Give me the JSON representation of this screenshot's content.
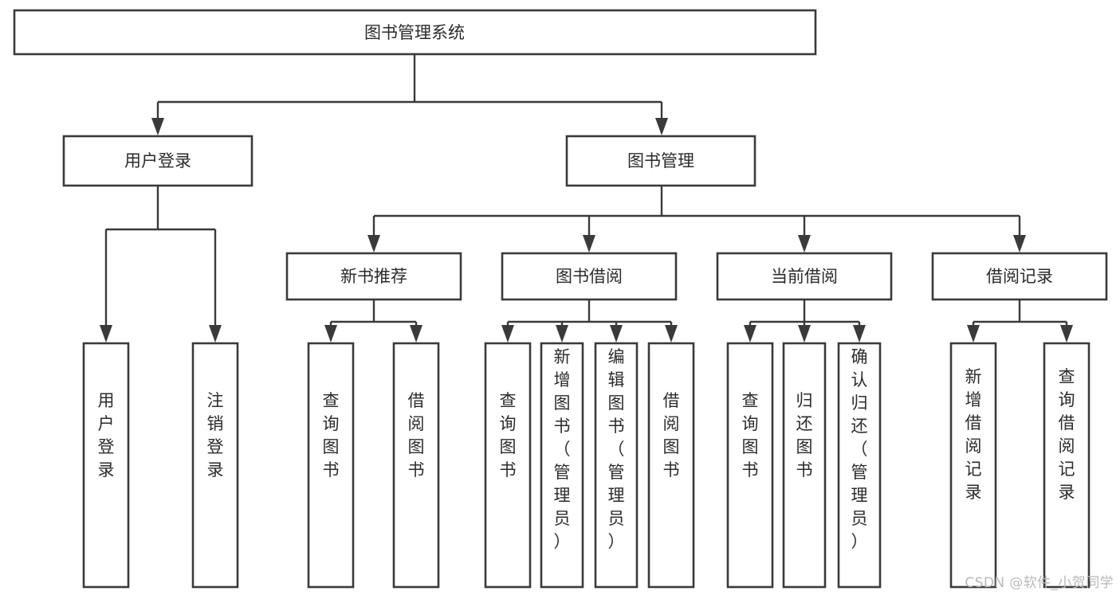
{
  "diagram": {
    "title": "图书管理系统",
    "type": "hierarchical-tree",
    "watermark": "CSDN @软件_小贺同学",
    "colors": {
      "stroke": "#3a3a3a",
      "fill": "#ffffff",
      "text": "#2b2b2b",
      "watermark": "#b9b9b9"
    },
    "root": {
      "label": "图书管理系统"
    },
    "level2": [
      {
        "label": "用户登录"
      },
      {
        "label": "图书管理"
      }
    ],
    "level3": [
      {
        "label": "新书推荐"
      },
      {
        "label": "图书借阅"
      },
      {
        "label": "当前借阅"
      },
      {
        "label": "借阅记录"
      }
    ],
    "leaves": {
      "user_login": [
        {
          "label": "用户登录"
        },
        {
          "label": "注销登录"
        }
      ],
      "new_book_recommend": [
        {
          "label": "查询图书"
        },
        {
          "label": "借阅图书"
        }
      ],
      "book_borrow": [
        {
          "label": "查询图书"
        },
        {
          "label": "新增图书（管理员）"
        },
        {
          "label": "编辑图书（管理员）"
        },
        {
          "label": "借阅图书"
        }
      ],
      "current_borrow": [
        {
          "label": "查询图书"
        },
        {
          "label": "归还图书"
        },
        {
          "label": "确认归还（管理员）"
        }
      ],
      "borrow_record": [
        {
          "label": "新增借阅记录"
        },
        {
          "label": "查询借阅记录"
        }
      ]
    }
  }
}
